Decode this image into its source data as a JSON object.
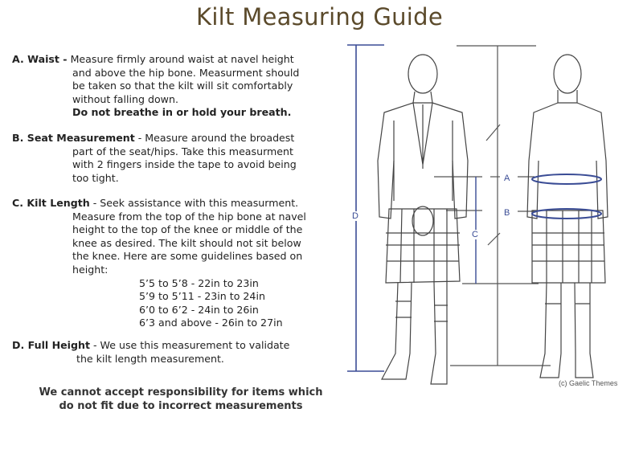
{
  "title": "Kilt Measuring Guide",
  "sections": {
    "a": {
      "label": "A. Waist -",
      "lines": [
        "Measure firmly around waist at navel height",
        "and above the hip bone. Measurment should",
        "be taken so that the kilt will sit comfortably",
        "without falling down."
      ],
      "emphasis": "Do not breathe in or hold your breath."
    },
    "b": {
      "label": "B. Seat Measurement",
      "first": " - Measure around the broadest",
      "lines": [
        "part of the seat/hips. Take this measurment",
        "with 2 fingers inside the tape to avoid being",
        "too tight."
      ]
    },
    "c": {
      "label": "C. Kilt Length",
      "first": " - Seek assistance with this measurment.",
      "lines": [
        "Measure from the top of the hip bone at navel",
        "height to the top of the knee or middle of the",
        "knee as desired. The kilt should not sit below",
        "the knee. Here are some guidelines based on",
        "height:"
      ],
      "guidelines": [
        "5’5 to 5’8 - 22in to 23in",
        "5’9 to 5’11 - 23in to 24in",
        "6’0 to 6’2 - 24in to 26in",
        "6’3 and above - 26in to 27in"
      ]
    },
    "d": {
      "label": "D. Full Height",
      "first": " - We use this measurement to validate",
      "lines": [
        "the kilt length measurement."
      ]
    }
  },
  "notice": [
    "We cannot accept responsibility for items which",
    "do not fit due to incorrect measurements"
  ],
  "diagram": {
    "label_a": "A",
    "label_b": "B",
    "label_c": "C",
    "label_d": "D",
    "copyright": "(c) Gaelic Themes"
  },
  "colors": {
    "title": "#5b4a2b",
    "measure": "#3a4c95"
  }
}
